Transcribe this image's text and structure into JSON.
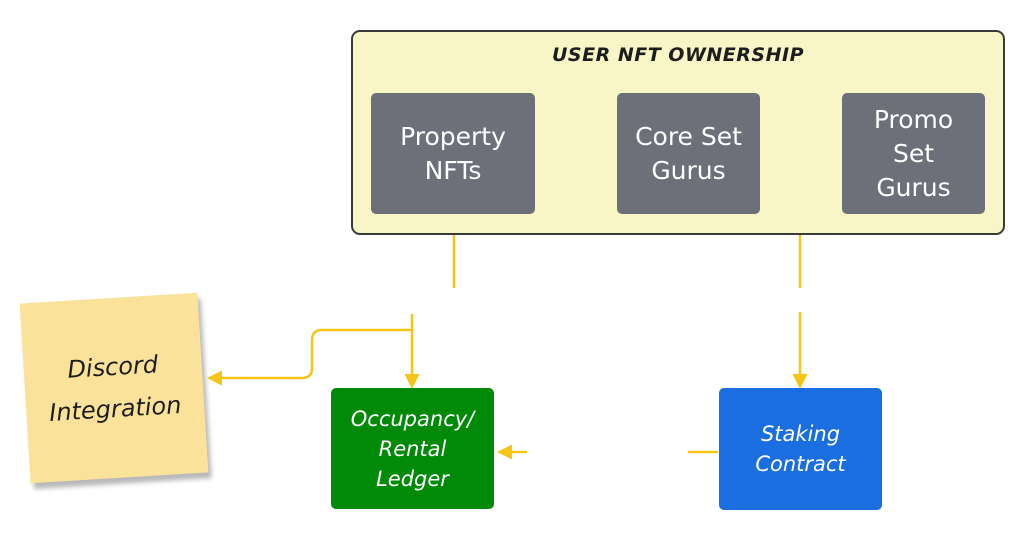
{
  "group": {
    "title": "USER NFT OWNERSHIP"
  },
  "nodes": {
    "property_nfts": "Property\nNFTs",
    "core_set_gurus": "Core Set\nGurus",
    "promo_set_gurus": "Promo\nSet\nGurus",
    "occupancy_ledger": "Occupancy/\nRental\nLedger",
    "staking_contract": "Staking\nContract"
  },
  "sticky_note": {
    "text": "Discord\nIntegration"
  },
  "colors": {
    "connector": "#f5c518",
    "group_fill": "#f8f6c6",
    "gray_node": "#6e7079",
    "green_node": "#008a07",
    "blue_node": "#1a6ee0",
    "sticky": "#fbe29b"
  }
}
